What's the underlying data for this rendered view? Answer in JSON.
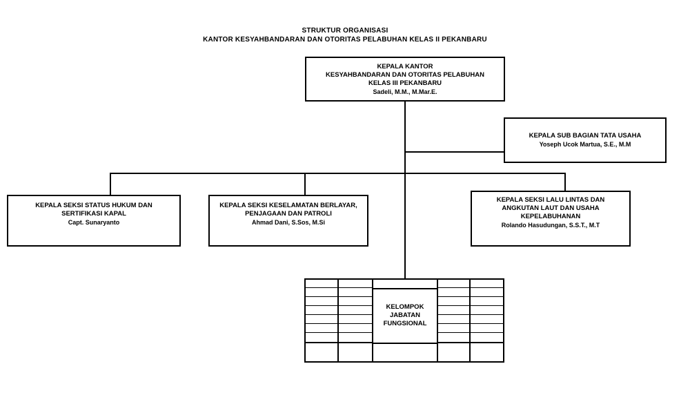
{
  "header": {
    "title": "STRUKTUR ORGANISASI",
    "subtitle": "KANTOR KESYAHBANDARAN DAN OTORITAS PELABUHAN KELAS II PEKANBARU"
  },
  "kepala_kantor": {
    "lines": [
      "KEPALA KANTOR",
      "KESYAHBANDARAN DAN OTORITAS PELABUHAN",
      "KELAS III PEKANBARU"
    ],
    "name": "Sadeli, M.M., M.Mar.E."
  },
  "tata_usaha": {
    "lines": [
      "KEPALA SUB BAGIAN TATA USAHA"
    ],
    "name": "Yoseph Ucok Martua, S.E., M.M"
  },
  "seksi": [
    {
      "lines": [
        "KEPALA SEKSI STATUS HUKUM DAN",
        "SERTIFIKASI KAPAL"
      ],
      "name": "Capt. Sunaryanto"
    },
    {
      "lines": [
        "KEPALA SEKSI KESELAMATAN BERLAYAR,",
        "PENJAGAAN DAN PATROLI"
      ],
      "name": "Ahmad Dani, S.Sos, M.Si"
    },
    {
      "lines": [
        "KEPALA SEKSI LALU LINTAS DAN",
        "ANGKUTAN LAUT DAN USAHA",
        "KEPELABUHANAN"
      ],
      "name": "Rolando Hasudungan, S.S.T., M.T"
    }
  ],
  "fungsional": {
    "lines": [
      "KELOMPOK",
      "JABATAN",
      "FUNGSIONAL"
    ]
  }
}
